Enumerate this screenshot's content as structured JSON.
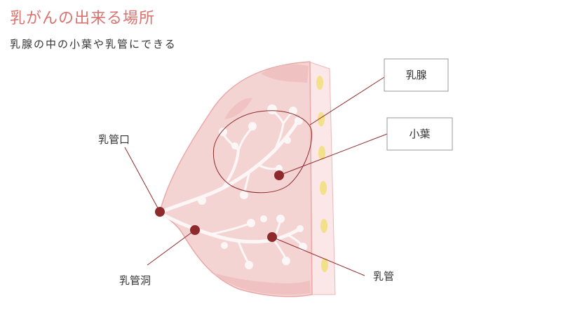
{
  "title": "乳がんの出来る場所",
  "subtitle": "乳腺の中の小葉や乳管にできる",
  "labels": {
    "mammary_gland": "乳腺",
    "lobule": "小葉",
    "duct_orifice": "乳管口",
    "lactiferous_sinus": "乳管洞",
    "duct": "乳管"
  },
  "colors": {
    "title": "#d9736f",
    "marker": "#8e2a2c",
    "breast_fill": "#f4d4d3",
    "breast_edge": "#e9a9a8",
    "ducts": "#fdf6f6",
    "fat_nodules": "#f3e08a",
    "chest_wall": "#fbe7e7"
  }
}
